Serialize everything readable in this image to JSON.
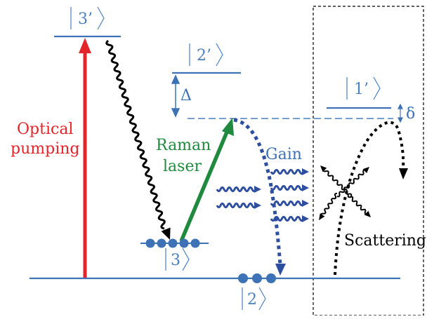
{
  "colors": {
    "level": "#3e72b6",
    "ket": "#4a7fc0",
    "pump": "#e3242b",
    "raman": "#1f8a3d",
    "decay": "#000000",
    "gain": "#2e4f9f",
    "dots": "#3e72b6",
    "box": "#000000"
  },
  "kets": {
    "k3p": "3’",
    "k2p": "2’",
    "k1p": "1’",
    "k3": "3",
    "k2": "2"
  },
  "labels": {
    "delta_big": "Δ",
    "delta_small": "δ",
    "optical": "Optical",
    "pumping": "pumping",
    "raman": "Raman",
    "laser": "laser",
    "gain": "Gain",
    "scattering": "Scattering"
  }
}
